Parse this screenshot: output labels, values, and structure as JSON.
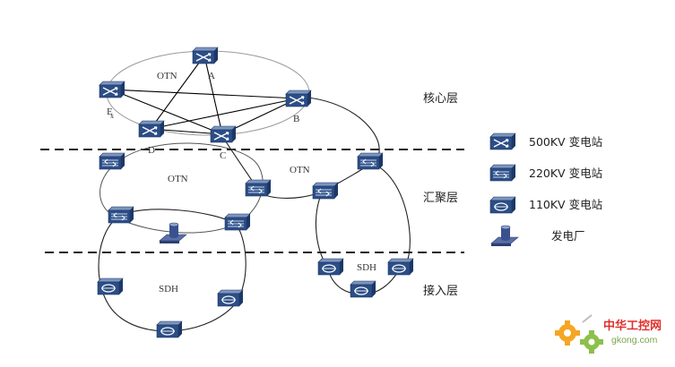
{
  "node_labels": {
    "a": "A",
    "b": "B",
    "c": "C",
    "d": "D",
    "e": "E",
    "e_mark": "x"
  },
  "ring_labels": {
    "otn_core": "OTN",
    "otn_agg_left": "OTN",
    "otn_agg_right": "OTN",
    "sdh_left": "SDH",
    "sdh_right": "SDH"
  },
  "layers": {
    "core": "核心层",
    "aggregation": "汇聚层",
    "access": "接入层"
  },
  "legend": [
    {
      "icon": "500kv-substation-icon",
      "label": "500KV 变电站"
    },
    {
      "icon": "220kv-substation-icon",
      "label": "220KV 变电站"
    },
    {
      "icon": "110kv-substation-icon",
      "label": "110KV 变电站"
    },
    {
      "icon": "power-plant-icon",
      "label": "发电厂"
    }
  ],
  "watermark": {
    "name": "中华工控网",
    "url": "gkong.com"
  },
  "colors": {
    "device_front": "#2c4e86",
    "device_top": "#7d95bf",
    "device_side": "#1d3866",
    "link": "#000000",
    "ring_light": "#8a8a8a",
    "accent_red": "#e0302a",
    "accent_orange": "#f5a623",
    "accent_green": "#7aa64a"
  }
}
